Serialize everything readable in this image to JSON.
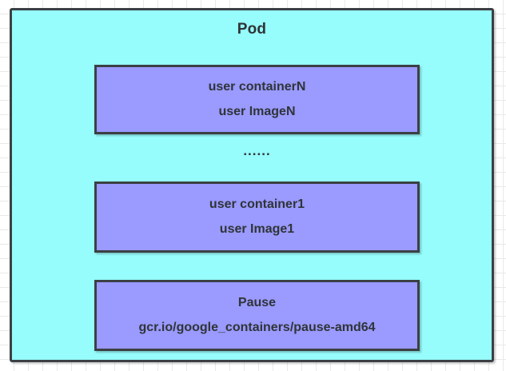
{
  "diagram": {
    "title": "Pod",
    "ellipsis": "......",
    "colors": {
      "pod_fill": "#96fcfc",
      "container_fill": "#9a9aff",
      "stroke": "#3b4044",
      "text": "#2f3437",
      "grid": "#e9e9e9",
      "canvas": "#ffffff"
    },
    "boxes": [
      {
        "id": "containerN",
        "line1": "user containerN",
        "line2": "user ImageN"
      },
      {
        "id": "container1",
        "line1": "user container1",
        "line2": "user Image1"
      },
      {
        "id": "pause",
        "line1": "Pause",
        "line2": "gcr.io/google_containers/pause-amd64"
      }
    ]
  }
}
